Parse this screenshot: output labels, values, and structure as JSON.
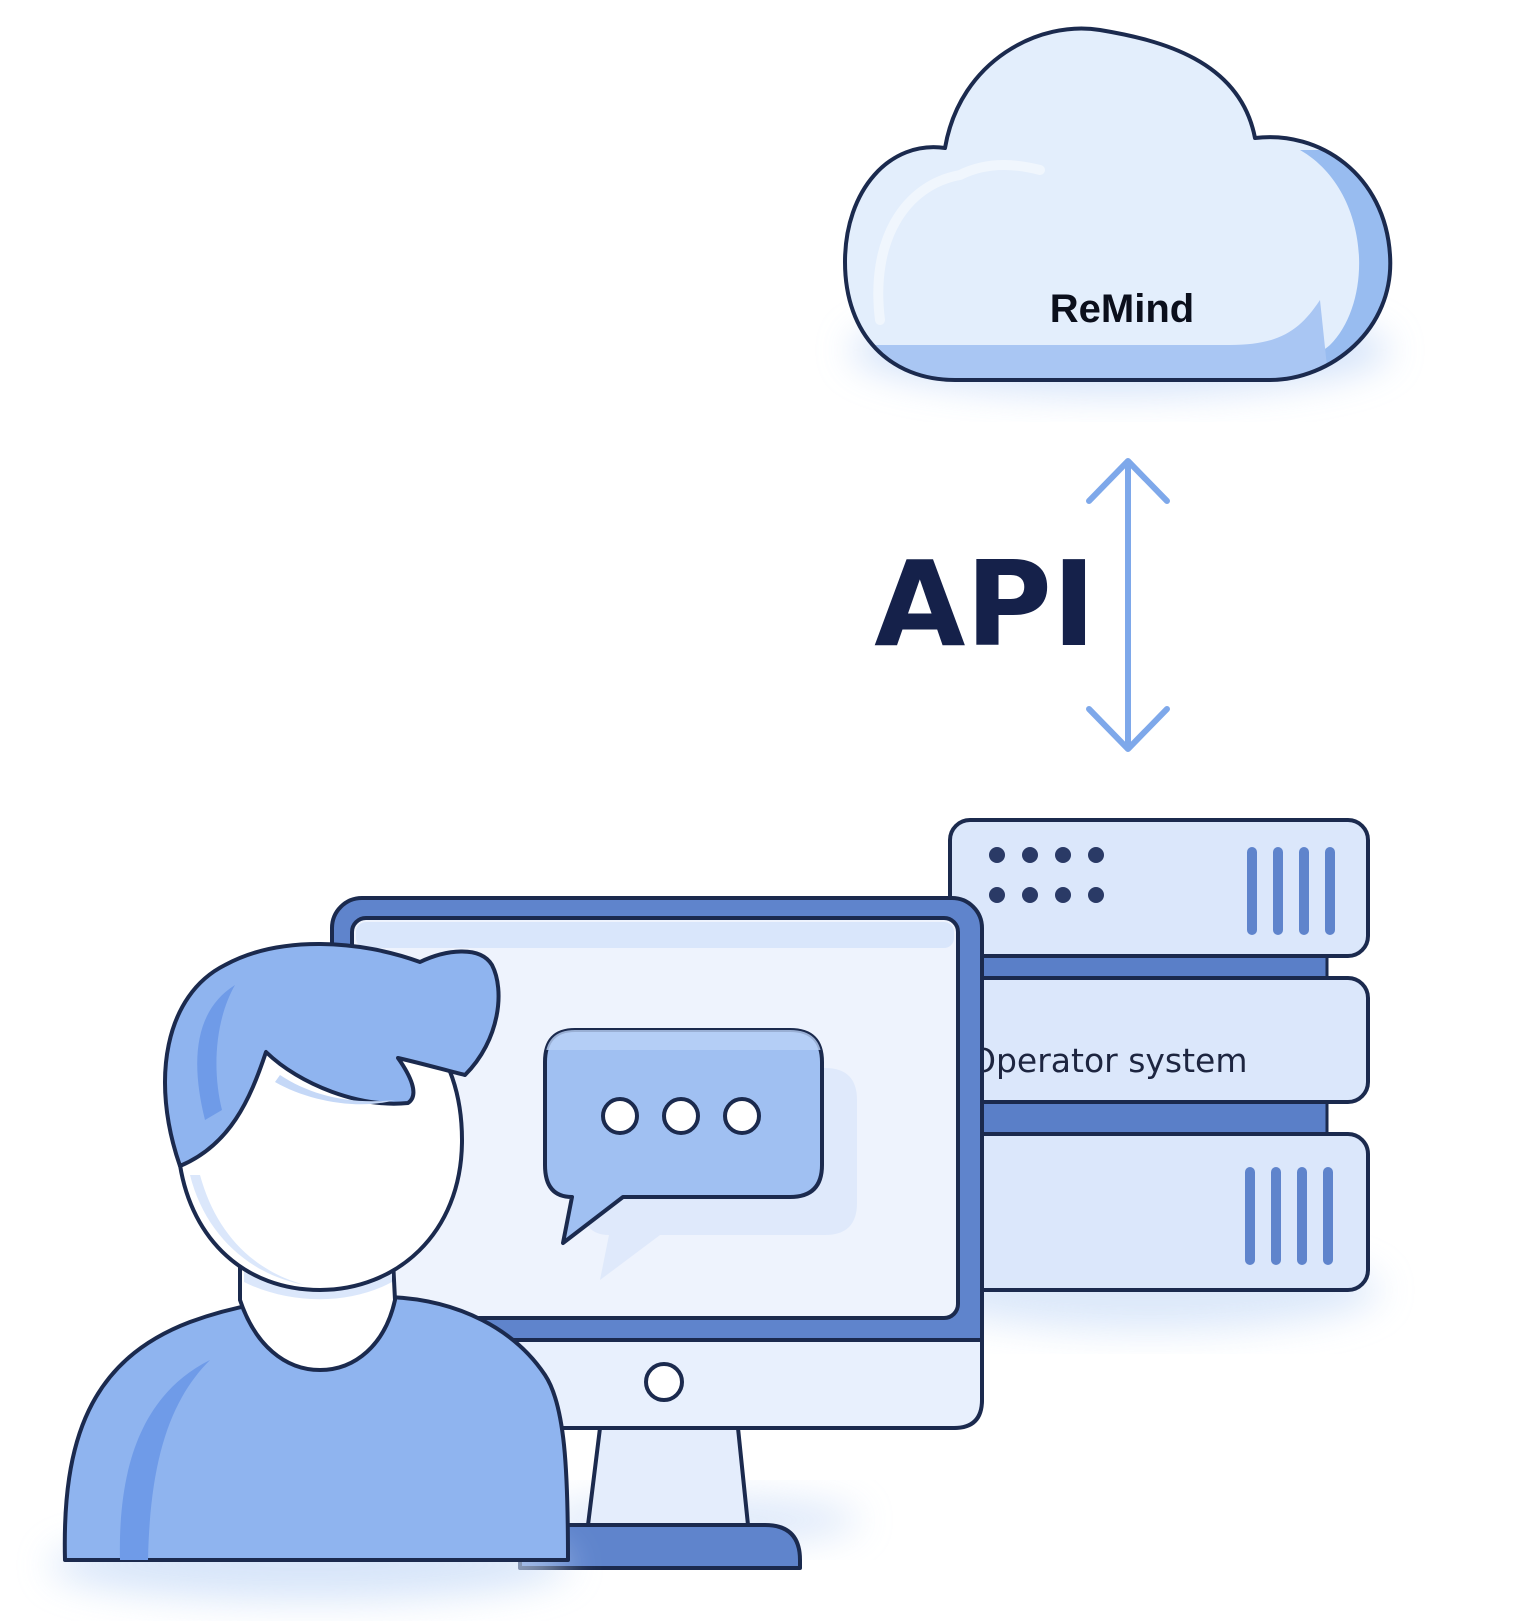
{
  "cloud": {
    "label": "ReMind"
  },
  "connection": {
    "label": "API",
    "direction_icon": "bidirectional-arrow"
  },
  "server": {
    "label": "Operator system"
  },
  "user": {
    "icon": "person-avatar"
  },
  "monitor": {
    "message_icon": "chat-bubble-ellipsis"
  },
  "colors": {
    "outline": "#1b2a4e",
    "light_blue": "#dde9fb",
    "mid_blue": "#97bcf2",
    "accent_blue": "#6a8fd6",
    "arrow_blue": "#7ea8ea",
    "text_dark": "#15214a"
  }
}
